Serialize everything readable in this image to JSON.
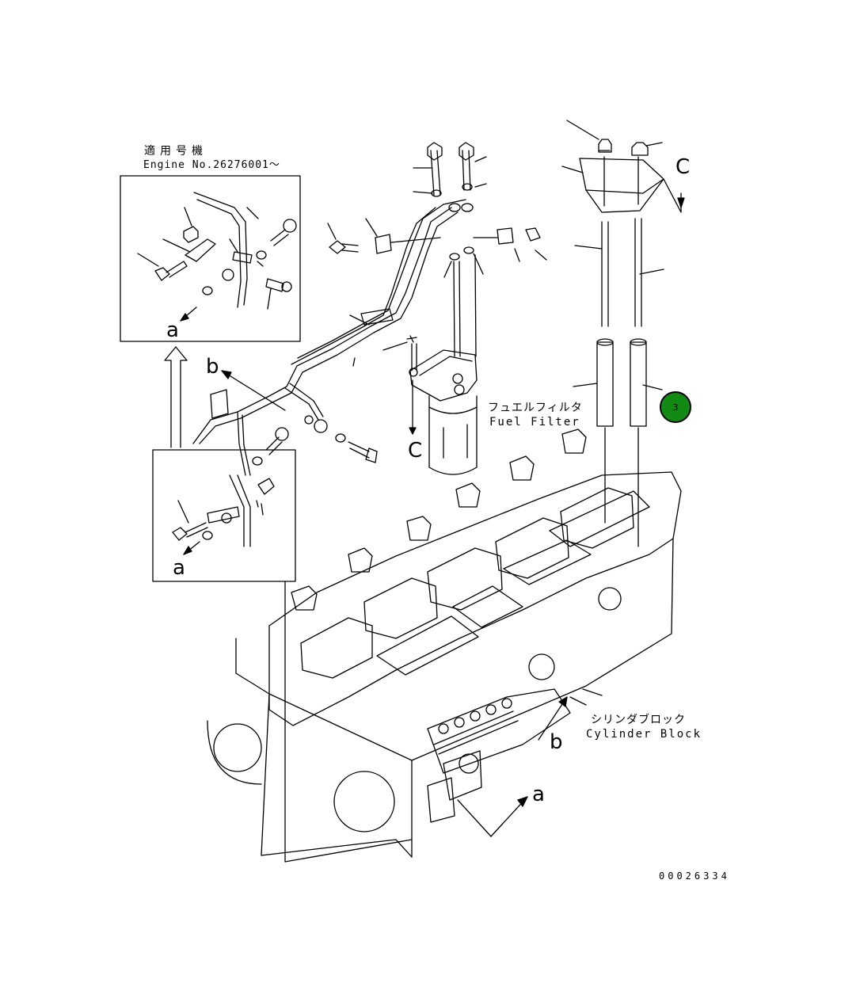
{
  "inset_title": {
    "line1": "適用号機",
    "line2": "Engine No.26276001～"
  },
  "labels": {
    "fuel_filter_jp": "フュエルフィルタ",
    "fuel_filter_en": "Fuel Filter",
    "cylinder_block_jp": "シリンダブロック",
    "cylinder_block_en": "Cylinder Block"
  },
  "view_markers": {
    "a_inset_top": "a",
    "a_inset_bottom": "a",
    "a_engine": "a",
    "b_pipe": "b",
    "b_engine": "b",
    "c_bracket": "C",
    "c_filter": "C"
  },
  "callout_badge": {
    "number": "3",
    "color": "#138a13"
  },
  "drawing_number": "00026334"
}
